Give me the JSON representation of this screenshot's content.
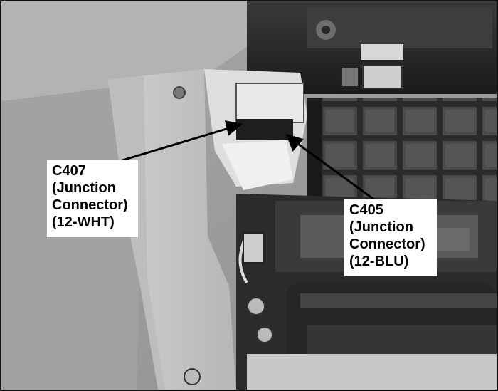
{
  "callouts": [
    {
      "id": "C407",
      "lines": [
        "C407",
        "(Junction",
        "Connector)",
        "(12-WHT)"
      ]
    },
    {
      "id": "C405",
      "lines": [
        "C405",
        "(Junction",
        "Connector)",
        "(12-BLU)"
      ]
    }
  ],
  "colors": {
    "label_background": "#ffffff",
    "label_text": "#000000",
    "arrow": "#000000",
    "frame_border": "#111111"
  },
  "image": {
    "style": "grayscale photograph",
    "subject_icons": [
      "dashboard-panel",
      "air-filter-housing",
      "wiring-harness",
      "connector",
      "mounting-screw"
    ]
  }
}
